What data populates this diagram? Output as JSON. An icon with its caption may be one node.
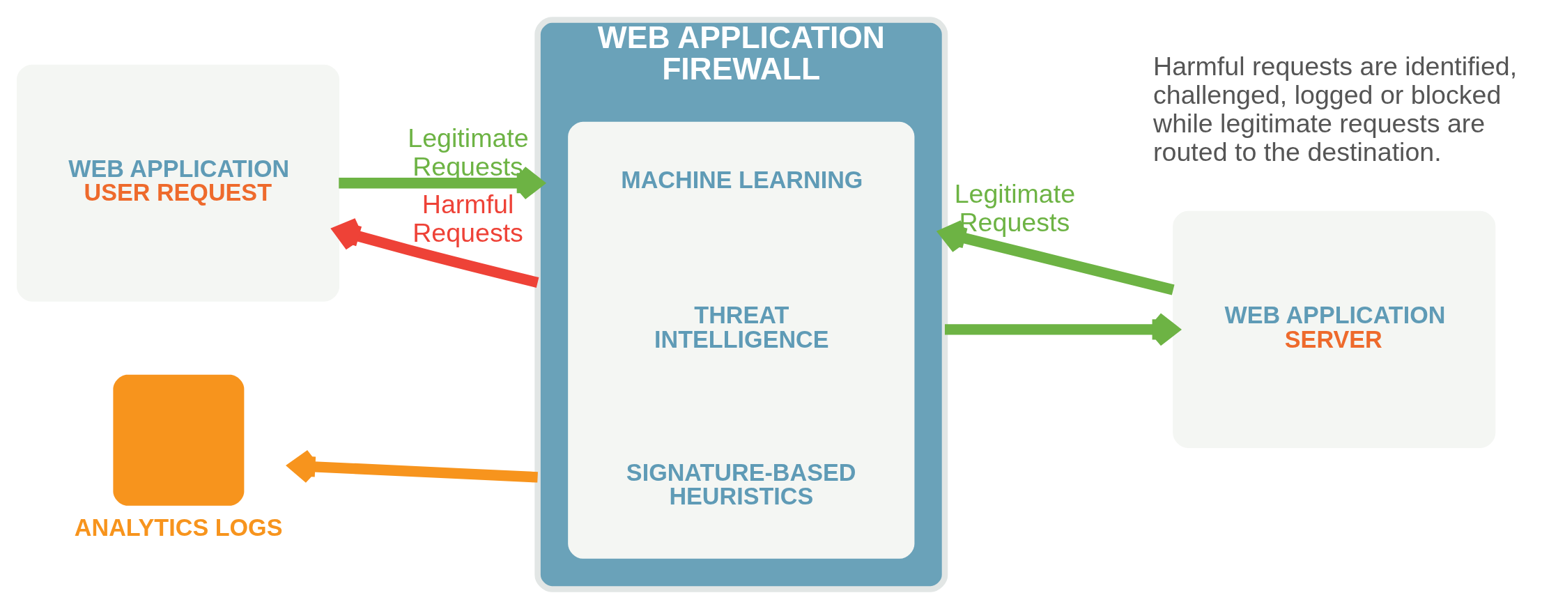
{
  "diagram": {
    "nodes": [
      {
        "text": [
          "WEB APPLICATION",
          "USER REQUEST"
        ]
      },
      {
        "text": [
          "WEB APPLICATION FIREWALL"
        ]
      },
      {
        "text": [],
        "shape": "box",
        "in": 1
      },
      {
        "text": [
          "MACHINE LEARNING"
        ],
        "in": 2
      },
      {
        "text": [
          "THREAT INTELLIGENCE"
        ],
        "in": 2
      },
      {
        "text": [
          "SIGNATURE-BASED HEURISTICS"
        ],
        "in": 2
      },
      {
        "text": [
          "WEB APPLICATION",
          "SERVER"
        ]
      },
      {
        "text": [
          "ANALYTICS LOGS"
        ]
      }
    ],
    "edges": [
      {
        "from": 0,
        "to": 1,
        "arrow": "to",
        "label": "Legitimate Requests"
      },
      {
        "from": 1,
        "to": 0,
        "arrow": "to",
        "label": "Harmful Requests",
        "color": "#ee4237"
      },
      {
        "from": 1,
        "to": 7,
        "arrow": "to",
        "color": "#f7941d"
      },
      {
        "from": 6,
        "to": 1,
        "arrow": "to",
        "label": "Legitimate Requests"
      },
      {
        "from": 1,
        "to": 6,
        "arrow": "to"
      }
    ],
    "labels": [
      "Harmful requests are identified, challenged, logged or blocked while legitimate requests are routed to the destination."
    ]
  }
}
